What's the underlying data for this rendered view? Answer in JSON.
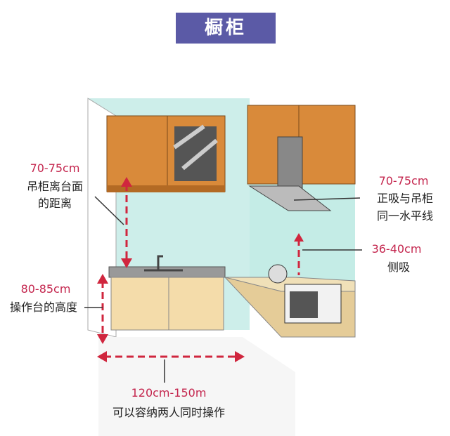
{
  "title": "橱柜",
  "labels": {
    "wall_cabinet_gap_value": "70-75cm",
    "wall_cabinet_gap_line1": "吊柜离台面",
    "wall_cabinet_gap_line2": "的距离",
    "counter_height_value": "80-85cm",
    "counter_height_text": "操作台的高度",
    "hood_front_value": "70-75cm",
    "hood_front_line1": "正吸与吊柜",
    "hood_front_line2": "同一水平线",
    "hood_side_value": "36-40cm",
    "hood_side_text": "侧吸",
    "aisle_value": "120cm-150m",
    "aisle_text": "可以容纳两人同时操作"
  },
  "colors": {
    "accent": "#c4264e",
    "banner": "#5b5aa6",
    "cabinet": "#d98a3a",
    "base": "#f4dcaa",
    "wall": "#cdeeea"
  }
}
